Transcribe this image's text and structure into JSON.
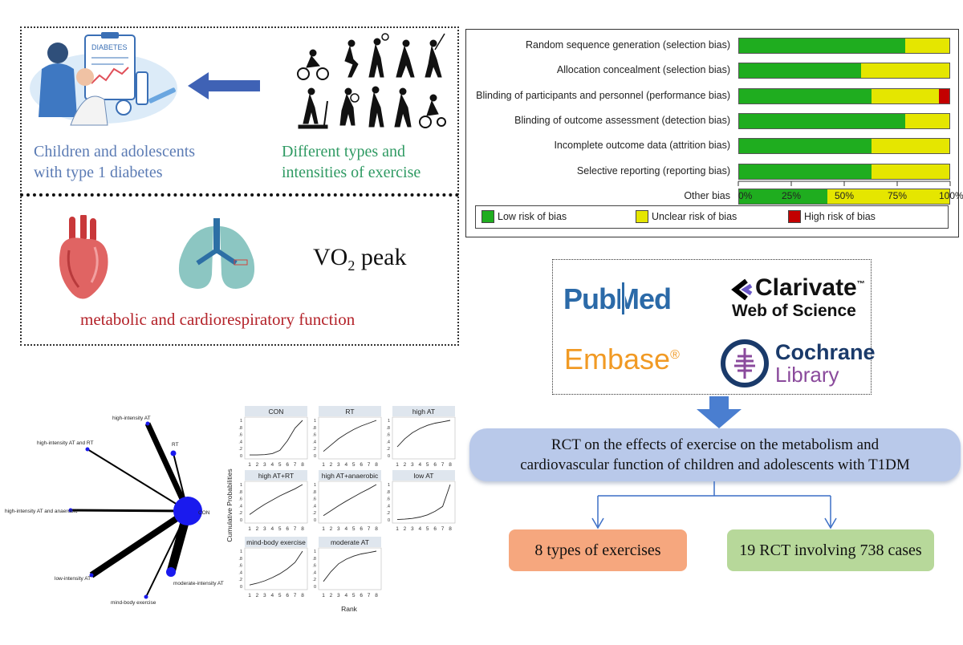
{
  "top_left": {
    "group_label": [
      "Children and adolescents",
      "with type 1 diabetes"
    ],
    "exercise_label": [
      "Different types and",
      "intensities of exercise"
    ],
    "diabetes_board": "DIABETES",
    "vo2": "VO",
    "vo2_sub": "2",
    "vo2_rest": " peak",
    "function_label": "metabolic and cardiorespiratory function",
    "colors": {
      "group": "#5b7bb4",
      "exercise": "#2f9a63",
      "function": "#b4232a"
    }
  },
  "risk_of_bias": {
    "rows": [
      {
        "label": "Random sequence generation (selection bias)",
        "low": 79,
        "unclear": 21,
        "high": 0
      },
      {
        "label": "Allocation concealment (selection bias)",
        "low": 58,
        "unclear": 42,
        "high": 0
      },
      {
        "label": "Blinding of participants and personnel (performance bias)",
        "low": 63,
        "unclear": 32,
        "high": 5
      },
      {
        "label": "Blinding of outcome assessment (detection bias)",
        "low": 79,
        "unclear": 21,
        "high": 0
      },
      {
        "label": "Incomplete outcome data (attrition bias)",
        "low": 63,
        "unclear": 37,
        "high": 0
      },
      {
        "label": "Selective reporting (reporting bias)",
        "low": 63,
        "unclear": 37,
        "high": 0
      },
      {
        "label": "Other bias",
        "low": 42,
        "unclear": 58,
        "high": 0
      }
    ],
    "ticks": [
      "0%",
      "25%",
      "50%",
      "75%",
      "100%"
    ],
    "legend": [
      "Low risk of bias",
      "Unclear risk of bias",
      "High risk of bias"
    ],
    "colors": {
      "low": "#1fad1f",
      "unclear": "#e5e600",
      "high": "#c30000"
    }
  },
  "databases": {
    "pubmed_a": "Pub",
    "pubmed_b": "Med",
    "clarivate": "Clarivate",
    "clarivate_tm": "™",
    "wos": "Web of Science",
    "embase": "Embase",
    "embase_reg": "®",
    "cochrane_1": "Cochrane",
    "cochrane_2": "Library"
  },
  "flow": {
    "rct_line1": "RCT on the effects of exercise on the metabolism and",
    "rct_line2": "cardiovascular function of children and adolescents with T1DM",
    "types": "8 types of exercises",
    "rcts": "19 RCT involving 738 cases",
    "colors": {
      "rct": "#b9c9ea",
      "types": "#f6a77e",
      "rcts": "#b7d89a"
    }
  },
  "network": {
    "nodes": [
      {
        "label": "high-intensity AT"
      },
      {
        "label": "high-intensity AT and RT"
      },
      {
        "label": "RT"
      },
      {
        "label": "high-intensity AT and anaerobic"
      },
      {
        "label": "CON"
      },
      {
        "label": "low-intensity AT"
      },
      {
        "label": "moderate-intensity AT"
      },
      {
        "label": "mind-body exercise"
      }
    ],
    "node_color": "#1a1aee"
  },
  "chart_data": {
    "type": "line",
    "ylabel": "Cumulative Probabilities",
    "xlabel": "Rank",
    "x": [
      1,
      2,
      3,
      4,
      5,
      6,
      7,
      8
    ],
    "y_ticks": [
      "0",
      ".2",
      ".4",
      ".6",
      ".8",
      "1"
    ],
    "ylim": [
      0,
      1
    ],
    "series": [
      {
        "name": "CON",
        "values": [
          0.02,
          0.02,
          0.03,
          0.06,
          0.15,
          0.42,
          0.78,
          1.0
        ]
      },
      {
        "name": "RT",
        "values": [
          0.12,
          0.3,
          0.48,
          0.62,
          0.74,
          0.84,
          0.92,
          1.0
        ]
      },
      {
        "name": "high AT",
        "values": [
          0.25,
          0.48,
          0.65,
          0.77,
          0.86,
          0.92,
          0.96,
          1.0
        ]
      },
      {
        "name": "high AT+RT",
        "values": [
          0.15,
          0.3,
          0.44,
          0.56,
          0.68,
          0.78,
          0.88,
          1.0
        ]
      },
      {
        "name": "high AT+anaerobic",
        "values": [
          0.12,
          0.26,
          0.4,
          0.53,
          0.65,
          0.77,
          0.88,
          1.0
        ]
      },
      {
        "name": "low AT",
        "values": [
          0.01,
          0.02,
          0.04,
          0.08,
          0.14,
          0.24,
          0.38,
          1.0
        ]
      },
      {
        "name": "mind-body exercise",
        "values": [
          0.04,
          0.09,
          0.16,
          0.25,
          0.36,
          0.5,
          0.68,
          1.0
        ]
      },
      {
        "name": "moderate AT",
        "values": [
          0.14,
          0.42,
          0.64,
          0.77,
          0.86,
          0.92,
          0.96,
          1.0
        ]
      }
    ]
  }
}
